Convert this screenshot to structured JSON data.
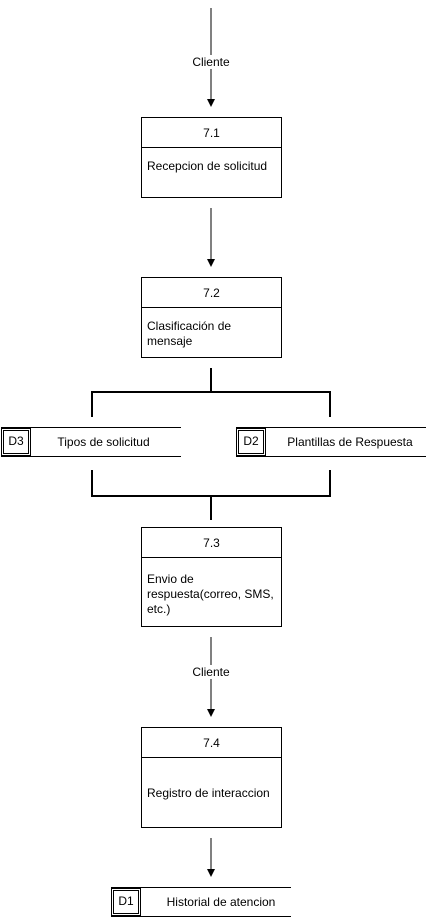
{
  "processes": [
    {
      "id": "7.1",
      "label": "Recepcion de solicitud"
    },
    {
      "id": "7.2",
      "label": "Clasificación de mensaje"
    },
    {
      "id": "7.3",
      "label": "Envio de respuesta(correo, SMS, etc.)"
    },
    {
      "id": "7.4",
      "label": "Registro de interaccion"
    }
  ],
  "stores": [
    {
      "id": "D3",
      "label": "Tipos de solicitud"
    },
    {
      "id": "D2",
      "label": "Plantillas de Respuesta"
    },
    {
      "id": "D1",
      "label": "Historial de atencion"
    }
  ],
  "flow_labels": {
    "input": "Cliente",
    "output": "Cliente"
  }
}
